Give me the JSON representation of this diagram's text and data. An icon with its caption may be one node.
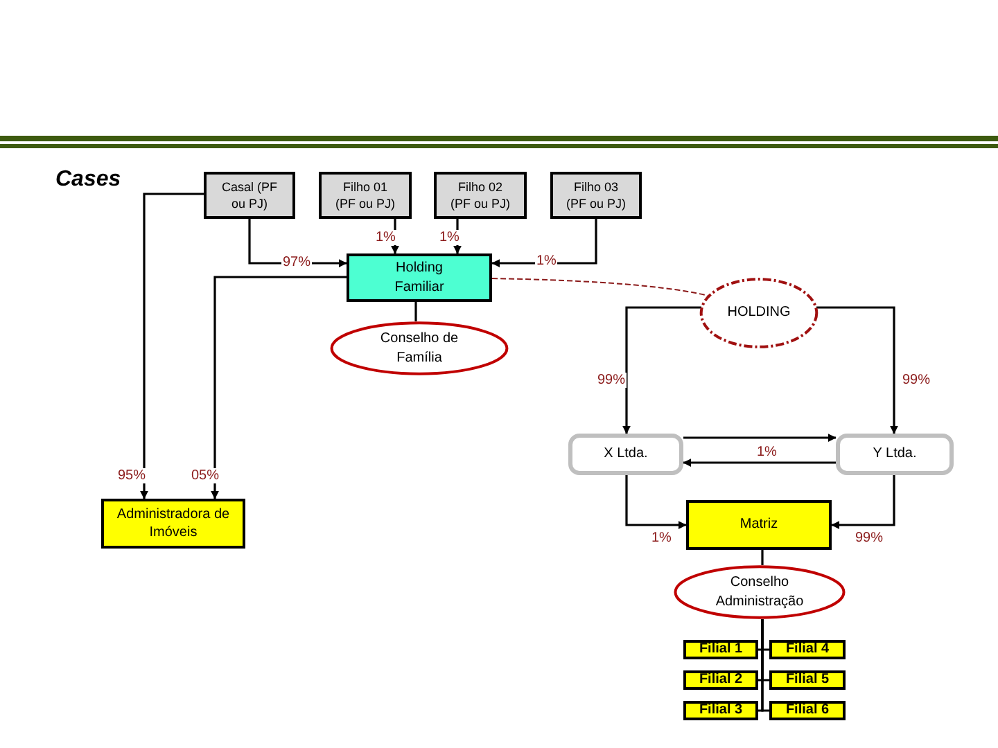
{
  "diagram": {
    "title": "Cases",
    "nodes": [
      {
        "text": [
          "Casal (PF ou PJ)"
        ]
      },
      {
        "text": [
          "Filho 01 (PF ou PJ)"
        ]
      },
      {
        "text": [
          "Filho 02 (PF ou PJ)"
        ]
      },
      {
        "text": [
          "Filho 03 (PF ou PJ)"
        ]
      },
      {
        "text": [
          "Holding Familiar"
        ]
      },
      {
        "text": [
          "Conselho de Família"
        ]
      },
      {
        "text": [
          "HOLDING"
        ]
      },
      {
        "text": [
          "X Ltda."
        ]
      },
      {
        "text": [
          "Y Ltda."
        ]
      },
      {
        "text": [
          "Administradora de Imóveis"
        ]
      },
      {
        "text": [
          "Matriz"
        ]
      },
      {
        "text": [
          "Conselho Administração"
        ]
      },
      {
        "text": [
          "Filial 1"
        ]
      },
      {
        "text": [
          "Filial 4"
        ]
      },
      {
        "text": [
          "Filial 2"
        ]
      },
      {
        "text": [
          "Filial 5"
        ]
      },
      {
        "text": [
          "Filial 3"
        ]
      },
      {
        "text": [
          "Filial 6"
        ]
      }
    ],
    "edges": [
      {
        "from": 0,
        "to": 4,
        "arrow": "to",
        "label": "97%"
      },
      {
        "from": 1,
        "to": 4,
        "arrow": "to",
        "label": "1%"
      },
      {
        "from": 2,
        "to": 4,
        "arrow": "to",
        "label": "1%"
      },
      {
        "from": 3,
        "to": 4,
        "arrow": "to",
        "label": "1%"
      },
      {
        "from": 4,
        "to": 5,
        "arrow": "none"
      },
      {
        "from": 4,
        "to": 6,
        "arrow": "none",
        "style": "dashed",
        "color": "#8b1a1a"
      },
      {
        "from": 0,
        "to": 9,
        "arrow": "to",
        "label": "95%"
      },
      {
        "from": 4,
        "to": 9,
        "arrow": "to",
        "label": "05%"
      },
      {
        "from": 6,
        "to": 7,
        "arrow": "to",
        "label": "99%"
      },
      {
        "from": 6,
        "to": 8,
        "arrow": "to",
        "label": "99%"
      },
      {
        "from": 7,
        "to": 8,
        "arrow": "to",
        "label": "1%"
      },
      {
        "from": 8,
        "to": 7,
        "arrow": "to"
      },
      {
        "from": 7,
        "to": 10,
        "arrow": "to",
        "label": "1%"
      },
      {
        "from": 8,
        "to": 10,
        "arrow": "to",
        "label": "99%"
      },
      {
        "from": 10,
        "to": 11,
        "arrow": "none"
      },
      {
        "from": 11,
        "to": 12,
        "arrow": "none"
      },
      {
        "from": 11,
        "to": 13,
        "arrow": "none"
      },
      {
        "from": 11,
        "to": 14,
        "arrow": "none"
      },
      {
        "from": 11,
        "to": 15,
        "arrow": "none"
      },
      {
        "from": 11,
        "to": 16,
        "arrow": "none"
      },
      {
        "from": 11,
        "to": 17,
        "arrow": "none"
      }
    ]
  }
}
